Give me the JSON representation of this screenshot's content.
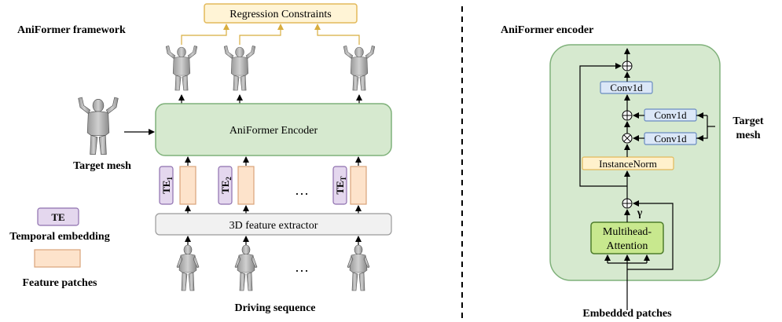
{
  "left_panel": {
    "title": "AniFormer framework",
    "regression_label": "Regression Constraints",
    "encoder_label": "AniFormer Encoder",
    "extractor_label": "3D feature extractor",
    "target_mesh_label": "Target mesh",
    "driving_sequence_label": "Driving sequence",
    "ellipsis": "…",
    "te_tokens": [
      {
        "main": "TE",
        "sub": "1"
      },
      {
        "main": "TE",
        "sub": "2"
      },
      {
        "main": "TE",
        "sub": "T"
      }
    ],
    "legend": {
      "te_box_text": "TE",
      "te_caption": "Temporal embedding",
      "patch_caption": "Feature patches"
    }
  },
  "right_panel": {
    "title": "AniFormer encoder",
    "conv_top": "Conv1d",
    "conv_mid": "Conv1d",
    "conv_low": "Conv1d",
    "instancenorm": "InstanceNorm",
    "attention_line1": "Multihead-",
    "attention_line2": "Attention",
    "gamma": "γ",
    "target_mesh_line1": "Target",
    "target_mesh_line2": "mesh",
    "embedded_label": "Embedded patches"
  },
  "colors": {
    "encoder_fill": "#d6e9cf",
    "encoder_stroke": "#7fb17a",
    "regression_fill": "#fff4d6",
    "regression_stroke": "#e3b95a",
    "te_fill": "#e4d7ee",
    "te_stroke": "#8e6fae",
    "patch_fill": "#fde3cb",
    "patch_stroke": "#d9a37a",
    "extractor_fill": "#f1f1f1",
    "extractor_stroke": "#9a9a9a",
    "conv_fill": "#dbe7f7",
    "conv_stroke": "#6a8cc0",
    "norm_fill": "#fff1cc",
    "attention_fill": "#c8e88e",
    "attention_stroke": "#4e7d2b",
    "arrow": "#000000",
    "yellow_arrow": "#d8ad3f"
  }
}
